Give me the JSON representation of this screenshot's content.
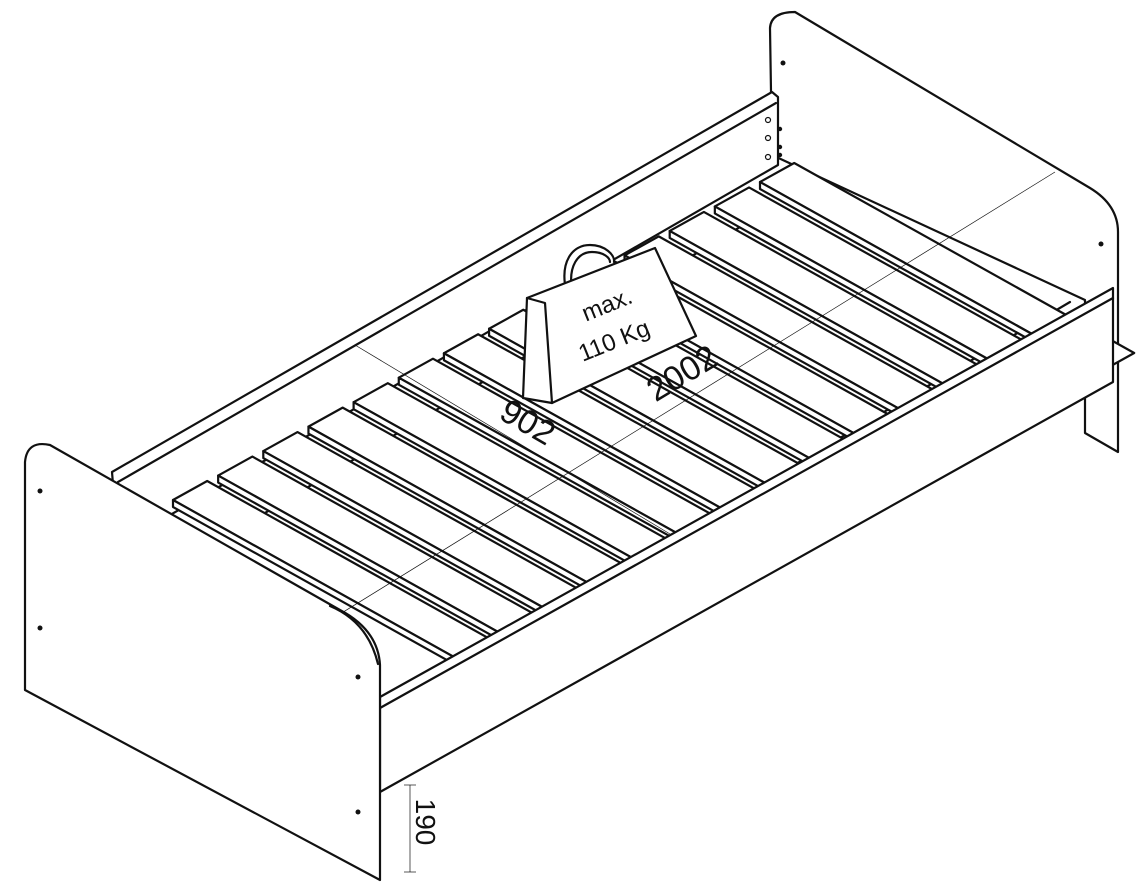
{
  "dimensions": {
    "width_label": "902",
    "length_label": "2002",
    "height_label": "190"
  },
  "weight_tag": {
    "line1": "max.",
    "line2": "110 Kg"
  },
  "slat_count": 14,
  "colors": {
    "ink": "#111111",
    "background": "#ffffff"
  }
}
